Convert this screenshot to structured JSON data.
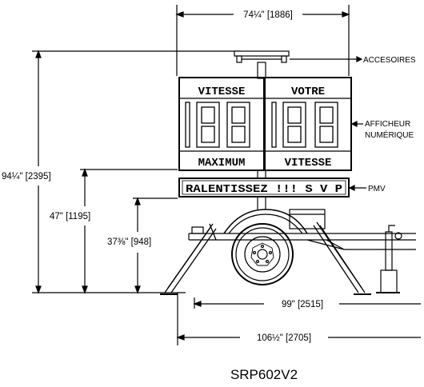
{
  "dimensions": {
    "top_width": "74¼\" [1886]",
    "overall_height": "94¼\" [2395]",
    "mid_height": "47\" [1195]",
    "low_height": "37⅜\" [948]",
    "track_width": "99\" [2515]",
    "overall_length": "106½\" [2705]"
  },
  "callouts": {
    "accessories": "ACCESOIRES",
    "display_line1": "AFFICHEUR",
    "display_line2": "NUMÉRIQUE",
    "message_board": "PMV"
  },
  "sign": {
    "left_header": "VITESSE",
    "right_header": "VOTRE",
    "left_digits": "188",
    "right_digits": "188",
    "left_footer": "MAXIMUM",
    "right_footer": "VITESSE",
    "message": "RALENTISSEZ !!! S V P"
  },
  "model": "SRP602V2"
}
